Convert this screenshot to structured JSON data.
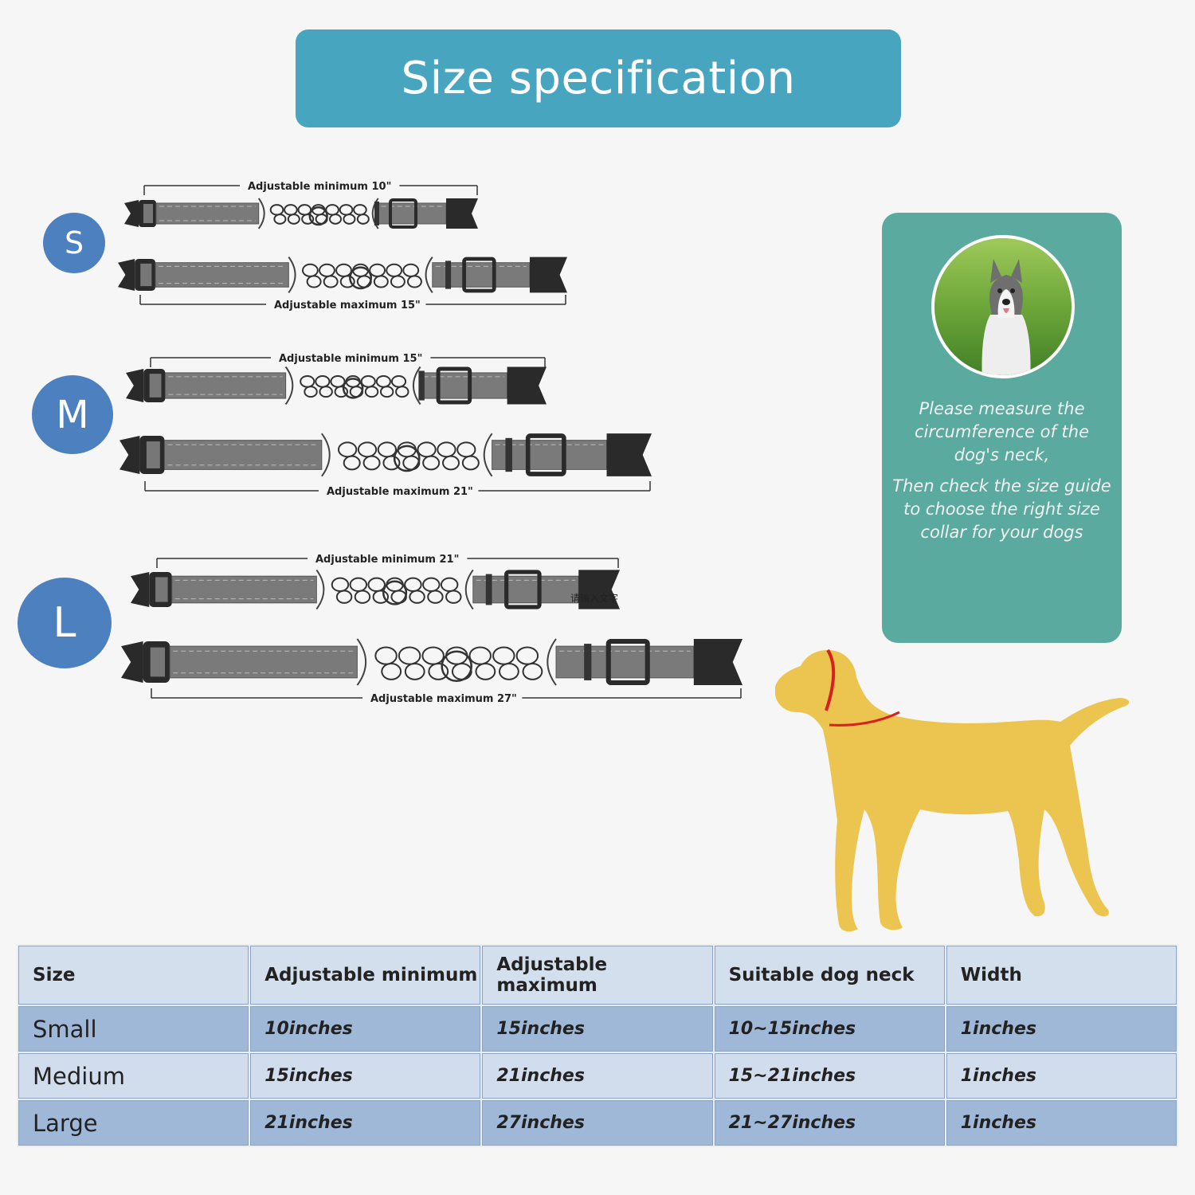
{
  "banner": {
    "title": "Size specification"
  },
  "size_badges": [
    "S",
    "M",
    "L"
  ],
  "collar_diagrams": {
    "small": {
      "min_label": "Adjustable minimum 10\"",
      "max_label": "Adjustable maximum 15\""
    },
    "medium": {
      "min_label": "Adjustable minimum 15\"",
      "max_label": "Adjustable maximum 21\""
    },
    "large": {
      "min_label": "Adjustable minimum 21\"",
      "max_label": "Adjustable maximum 27\""
    },
    "stray_text": "请输入文字"
  },
  "info_card": {
    "paragraph1": "Please measure the circumference of the dog's neck,",
    "paragraph2": "Then check the size guide to choose the right size collar for your dogs"
  },
  "table": {
    "headers": [
      "Size",
      "Adjustable minimum",
      "Adjustable maximum",
      "Suitable dog neck",
      "Width"
    ],
    "rows": [
      [
        "Small",
        "10inches",
        "15inches",
        "10~15inches",
        "1inches"
      ],
      [
        "Medium",
        "15inches",
        "21inches",
        "15~21inches",
        "1inches"
      ],
      [
        "Large",
        "21inches",
        "27inches",
        "21~27inches",
        "1inches"
      ]
    ]
  },
  "colors": {
    "banner": "#47a5c0",
    "badge": "#4c80bf",
    "info_card": "#5aaa9f",
    "dog_silhouette": "#ecc550",
    "neck_line": "#d92020",
    "table_header": "#d4dfee",
    "table_row_dark": "#a0b8d8",
    "table_row_light": "#d1dcec"
  }
}
